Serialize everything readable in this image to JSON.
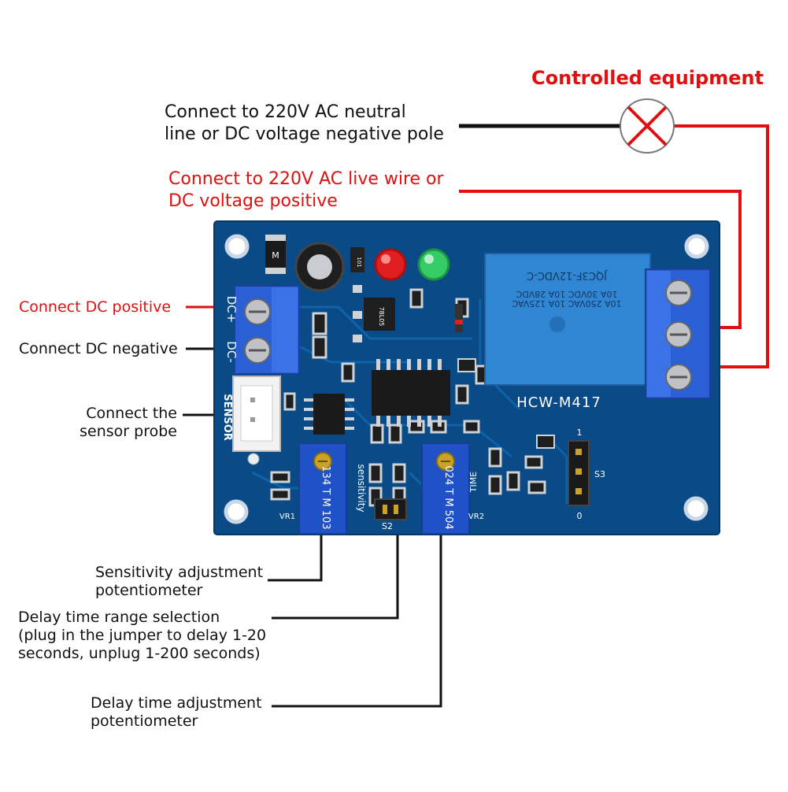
{
  "colors": {
    "board": "#0a4a86",
    "trace": "#0d62a8",
    "relay": "#2f86d3",
    "terminal": "#2a5fd6",
    "live": "#e01010",
    "neutral": "#111111"
  },
  "labels": {
    "controlled_equipment": "Controlled equipment",
    "neutral_line1": "Connect to 220V AC neutral",
    "neutral_line2": "line or DC voltage negative pole",
    "live_line1": "Connect to 220V AC live wire or",
    "live_line2": "DC voltage positive",
    "dc_positive": "Connect DC positive",
    "dc_negative": "Connect DC negative",
    "sensor_line1": "Connect the",
    "sensor_line2": "sensor probe",
    "sensitivity_line1": "Sensitivity adjustment",
    "sensitivity_line2": "potentiometer",
    "range_line1": "Delay time range selection",
    "range_line2": "(plug in the jumper to delay 1-20",
    "range_line3": "seconds, unplug 1-200 seconds)",
    "delay_line1": "Delay time adjustment",
    "delay_line2": "potentiometer"
  },
  "board": {
    "model": "HCW-M417",
    "relay_line1": "JQC3F-12VDC-C",
    "relay_line2": "10A 250VAC 10A 125VAC",
    "relay_line3": "10A 30VDC 10A 28VDC",
    "silk_dc_plus": "DC+",
    "silk_dc_minus": "DC-",
    "silk_sensor": "SENSOR",
    "silk_sensitivity": "sensitivity",
    "silk_time": "TIME",
    "silk_vr1": "VR1",
    "silk_vr2": "VR2",
    "silk_s2": "S2",
    "silk_s3": "S3",
    "silk_1": "1",
    "silk_0": "0",
    "pot1_code": "134 T M 103",
    "pot2_code": "024 T M 504",
    "diode_mark": "M",
    "resistor_101": "101",
    "reg_mark": "78L05"
  }
}
